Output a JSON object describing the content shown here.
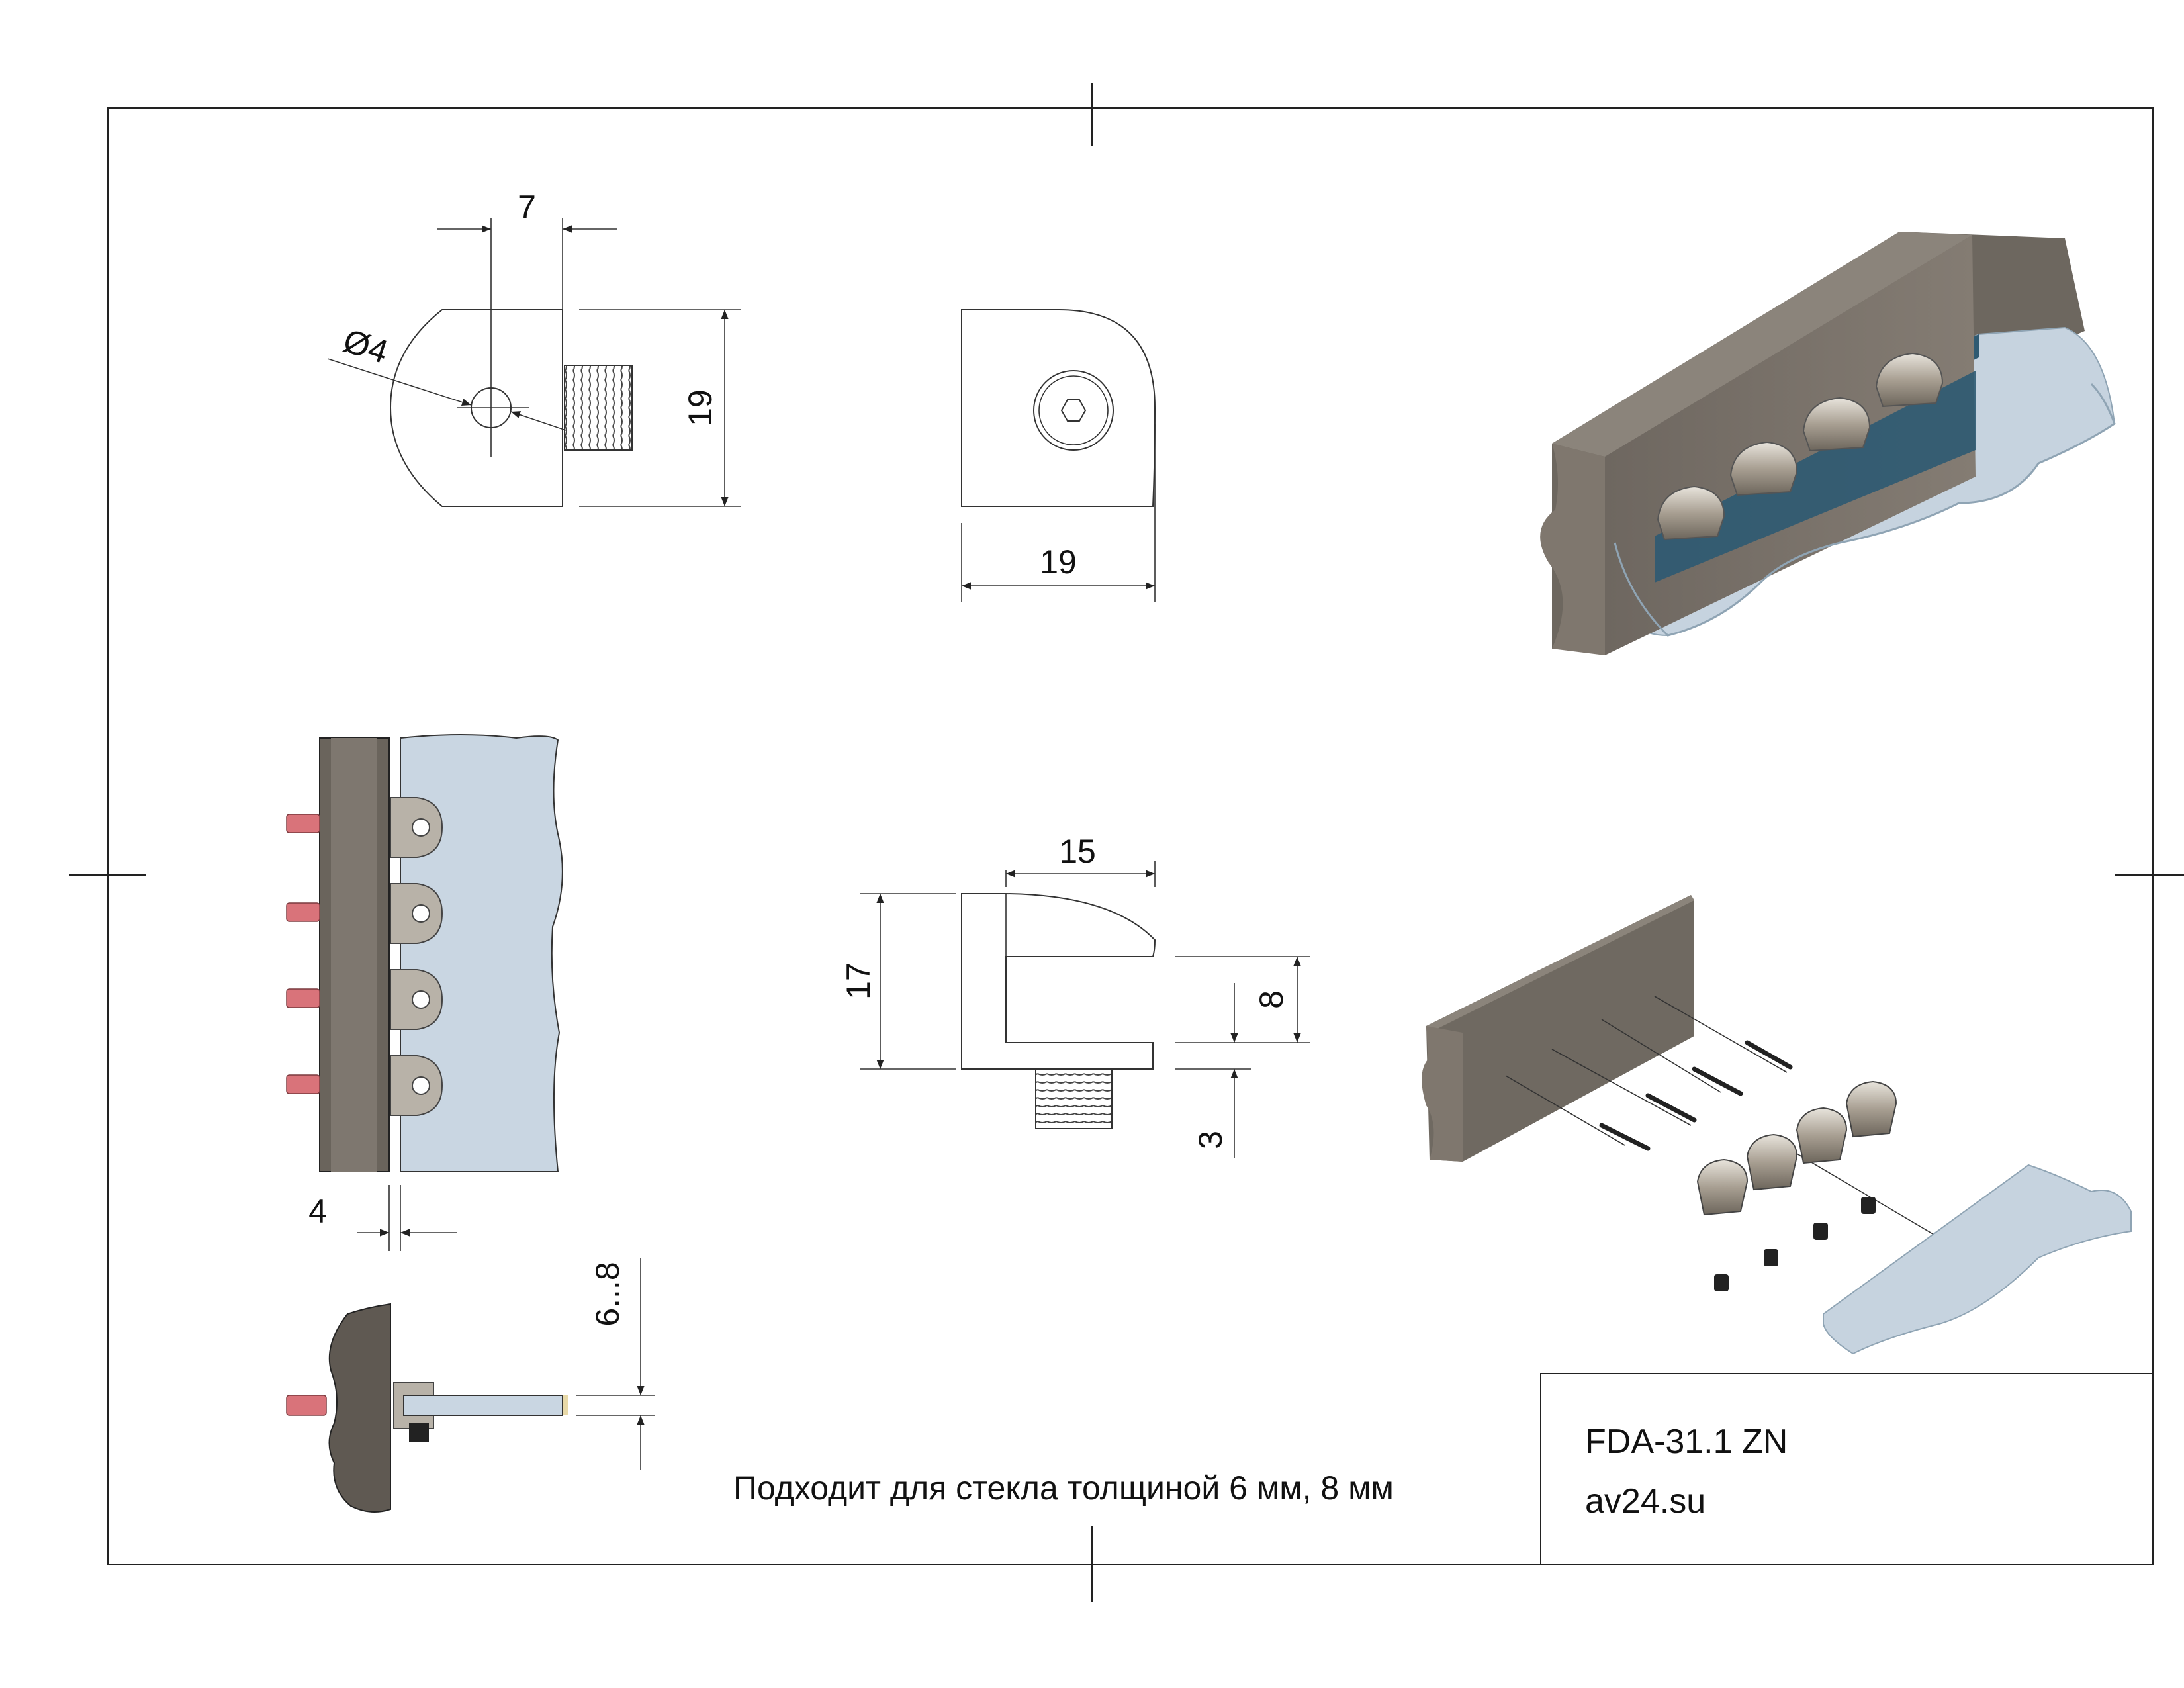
{
  "drawing": {
    "dimensions": {
      "d7": "7",
      "d_hole": "Ø4",
      "d19_height": "19",
      "d19_width": "19",
      "d15": "15",
      "d17": "17",
      "d8": "8",
      "d3": "3",
      "d4": "4",
      "d_glass": "6...8"
    },
    "note": "Подходит для стекла толщиной 6 мм, 8 мм",
    "title_block": {
      "part_number": "FDA-31.1 ZN",
      "website": "av24.su"
    },
    "colors": {
      "wall": "#7a736b",
      "wall_dark": "#5e5852",
      "glass": "#c9d6e2",
      "glass_dark": "#2e5a72",
      "anchor": "#d9737a",
      "metal": "#b8b2a8"
    }
  }
}
